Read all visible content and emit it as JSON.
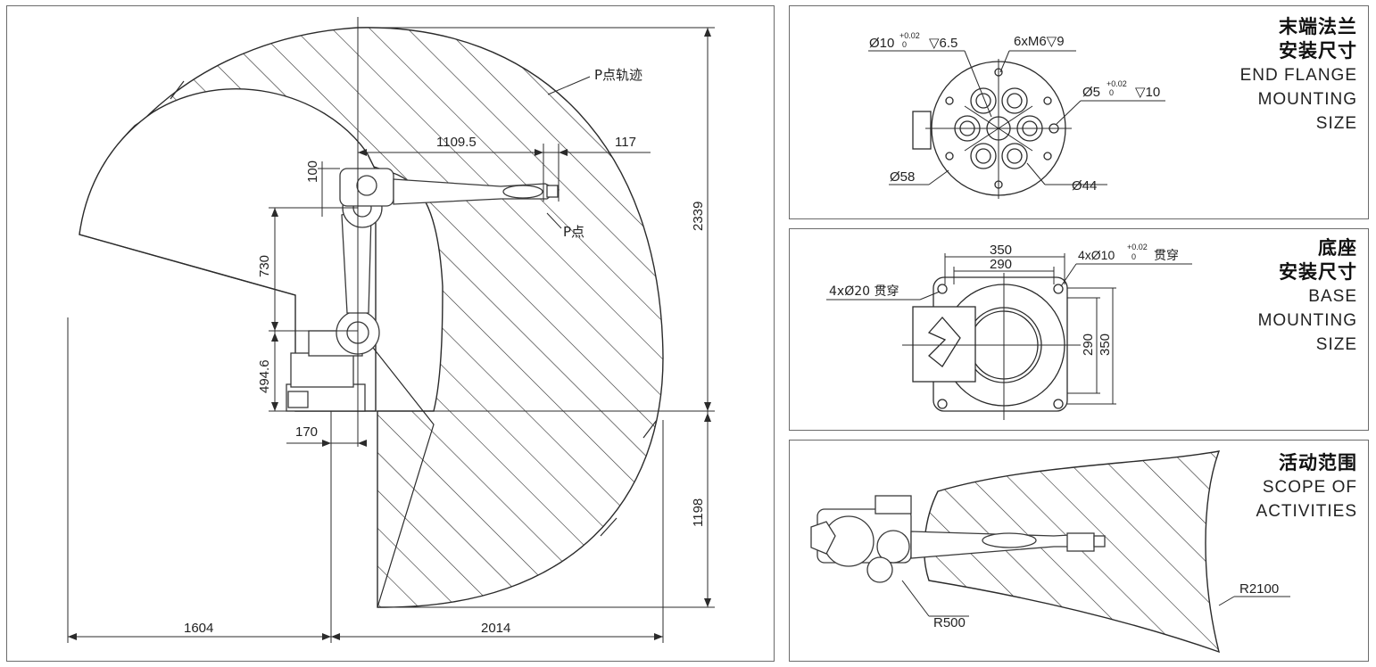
{
  "main": {
    "dim_1109_5": "1109.5",
    "dim_117": "117",
    "dim_2339": "2339",
    "dim_100": "100",
    "dim_730": "730",
    "dim_494_6": "494.6",
    "dim_170": "170",
    "dim_1198": "1198",
    "dim_1604": "1604",
    "dim_2014": "2014",
    "label_p_trajectory": "P点轨迹",
    "label_p_point": "P点"
  },
  "flange": {
    "title_cn": [
      "末端法兰",
      "安装尺寸"
    ],
    "title_en": [
      "END FLANGE",
      "MOUNTING",
      "SIZE"
    ],
    "dim_pin10_prefix": "Ø10",
    "dim_pin10_tol_upper": "+0.02",
    "dim_pin10_tol_lower": "0",
    "dim_pin10_depth": "▽6.5",
    "dim_thread": "6xM6▽9",
    "dim_pin5_prefix": "Ø5",
    "dim_pin5_tol_upper": "+0.02",
    "dim_pin5_tol_lower": "0",
    "dim_pin5_depth": "▽10",
    "dim_58": "Ø58",
    "dim_44": "Ø44"
  },
  "base": {
    "title_cn": [
      "底座",
      "安装尺寸"
    ],
    "title_en": [
      "BASE",
      "MOUNTING",
      "SIZE"
    ],
    "dim_350_top": "350",
    "dim_290_top": "290",
    "dim_290_side": "290",
    "dim_350_side": "350",
    "dim_holes20": "4xØ20 贯穿",
    "dim_holes10_prefix": "4xØ10",
    "dim_holes10_tol_upper": "+0.02",
    "dim_holes10_tol_lower": "0",
    "dim_holes10_suffix": "贯穿"
  },
  "scope": {
    "title_cn": [
      "活动范围"
    ],
    "title_en": [
      "SCOPE OF",
      "ACTIVITIES"
    ],
    "dim_r500": "R500",
    "dim_r2100": "R2100"
  },
  "colors": {
    "line": "#2b2b2b",
    "frame": "#6b6b6b",
    "robot": "#3a3a3a"
  }
}
